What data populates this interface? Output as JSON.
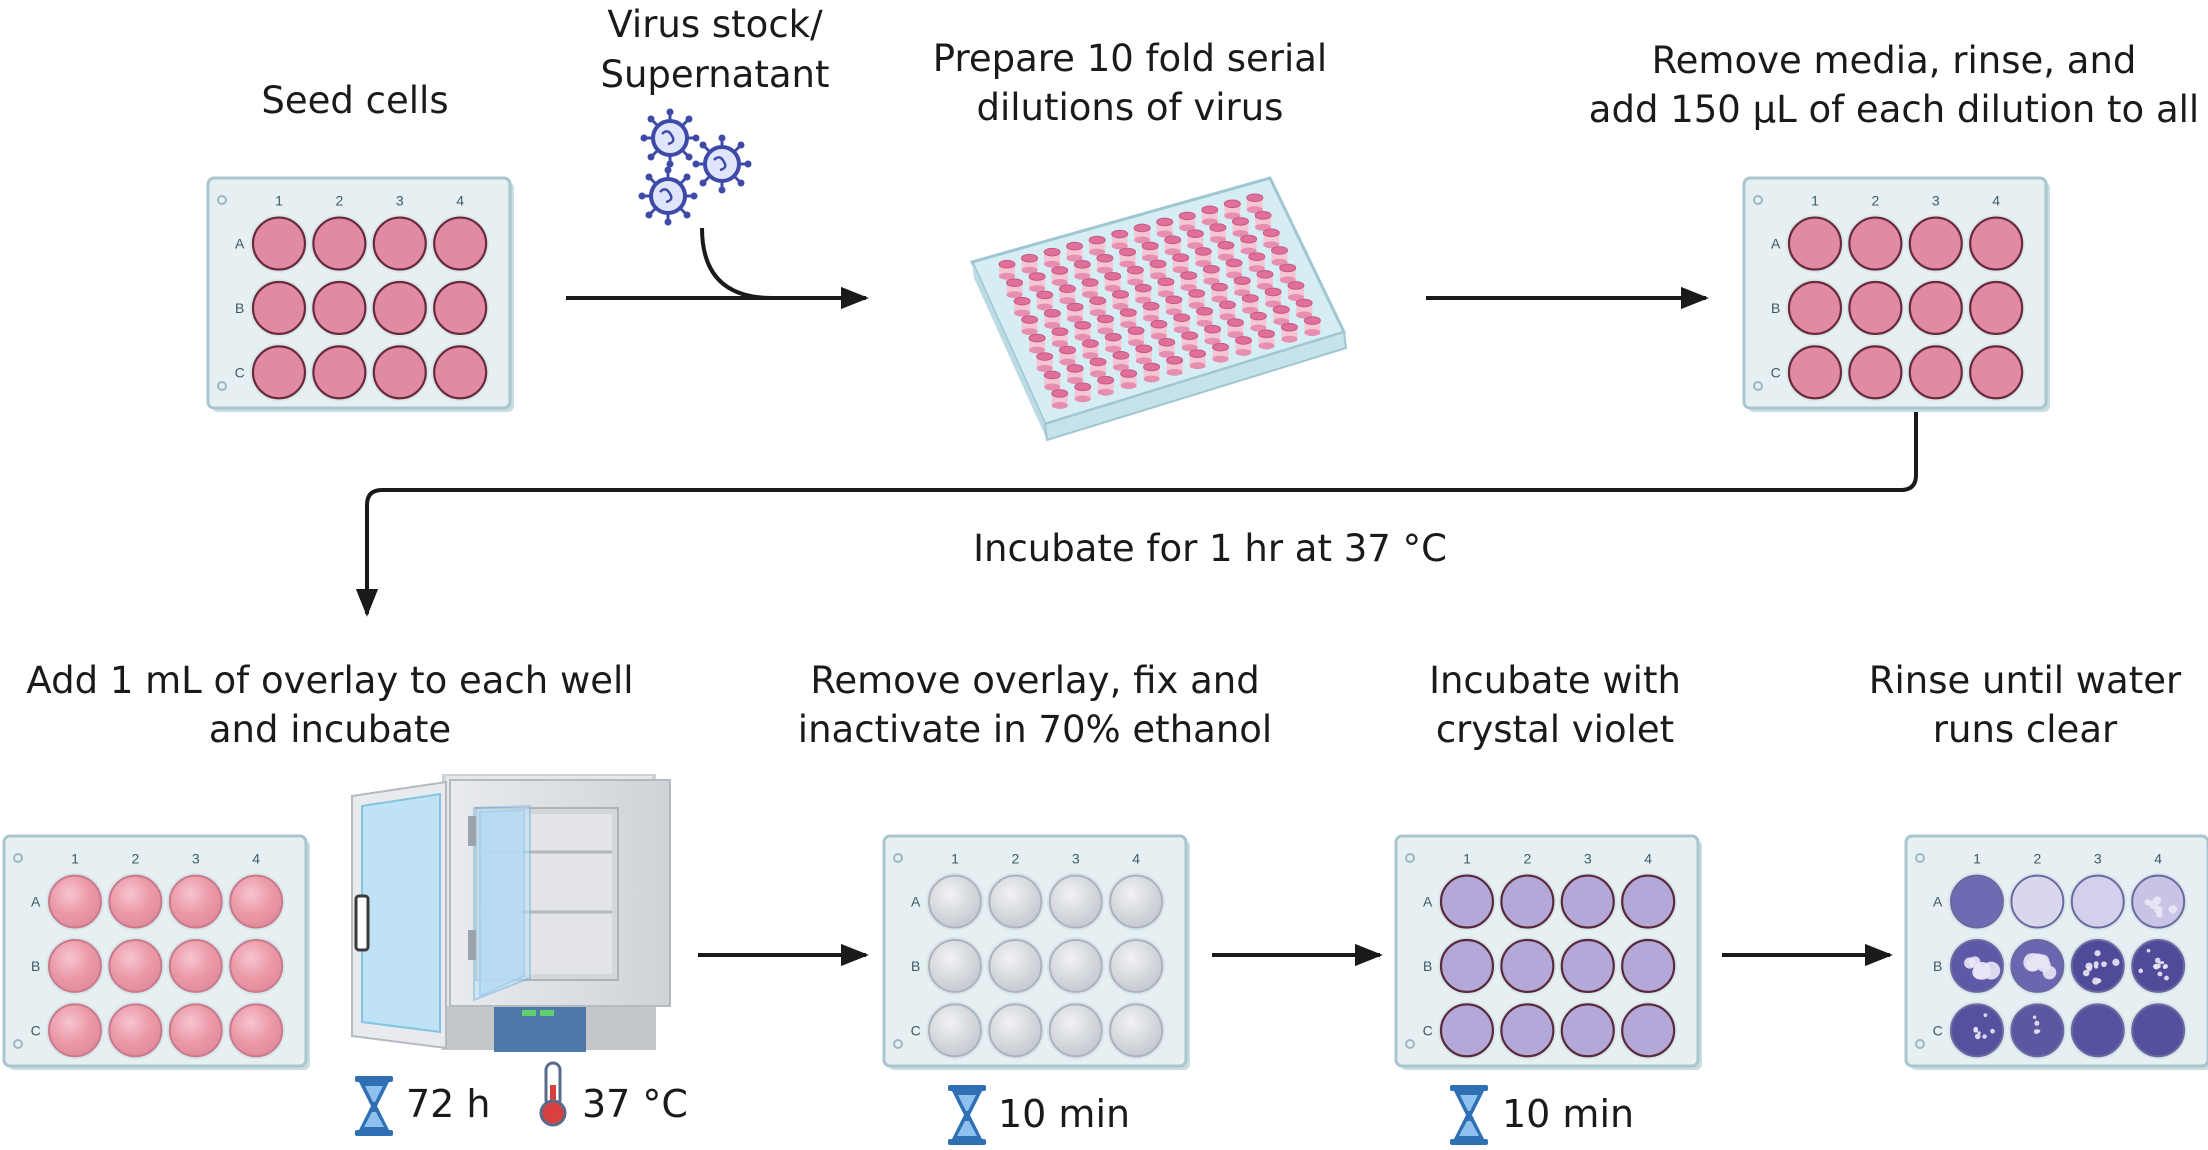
{
  "steps": {
    "seed": "Seed cells",
    "virus": "Virus stock/\nSupernatant",
    "dilute": "Prepare 10 fold serial\ndilutions of virus",
    "remove_media": "Remove media, rinse, and\nadd 150 µL of each dilution to all",
    "incubate_hr": "Incubate for 1 hr at 37 °C",
    "overlay": "Add 1 mL of overlay to each well\nand incubate",
    "fix": "Remove overlay, fix and\ninactivate in 70% ethanol",
    "stain": "Incubate with\ncrystal violet",
    "rinse": "Rinse until water\nruns clear"
  },
  "timers": {
    "incubate_time": "72 h",
    "incubate_temp": "37 °C",
    "fix_time": "10 min",
    "stain_time": "10 min"
  },
  "plate": {
    "columns": [
      "1",
      "2",
      "3",
      "4"
    ],
    "rows": [
      "A",
      "B",
      "C"
    ]
  },
  "icons": [
    "virus-icon",
    "well-plate-icon",
    "96-well-plate-icon",
    "incubator-icon",
    "hourglass-icon",
    "thermometer-icon",
    "arrow-icon"
  ],
  "colors": {
    "cells": "#e08ba3",
    "overlay": "#eb9aa8",
    "fixed": "#d3d6dc",
    "violet": "#b3a8d8",
    "plaque_dark": "#56549c",
    "hourglass": "#2f6fb3",
    "thermometer": "#d94040",
    "virus": "#3d4aa8"
  }
}
